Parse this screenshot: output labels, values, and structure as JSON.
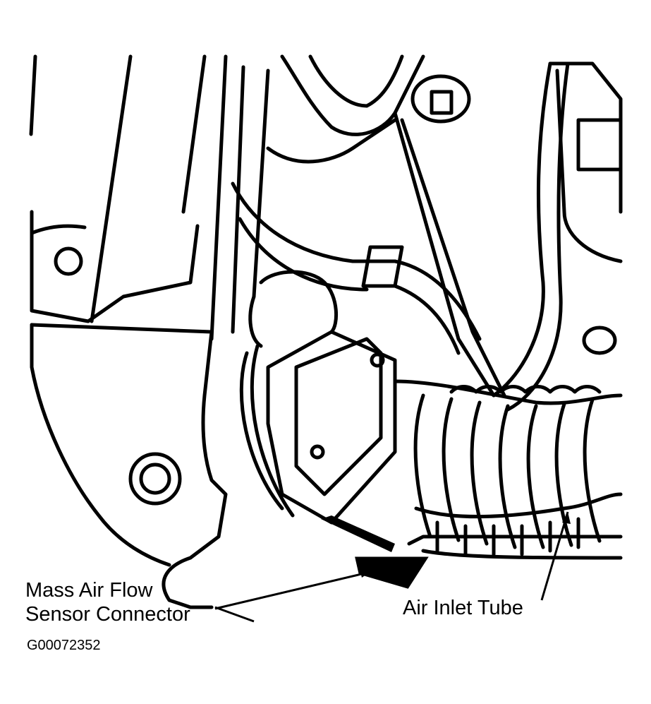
{
  "figure": {
    "labels": {
      "maf_line1": "Mass Air Flow",
      "maf_line2": "Sensor Connector",
      "inlet": "Air Inlet Tube"
    },
    "code": "G00072352",
    "colors": {
      "ink": "#000000",
      "paper": "#ffffff"
    }
  }
}
